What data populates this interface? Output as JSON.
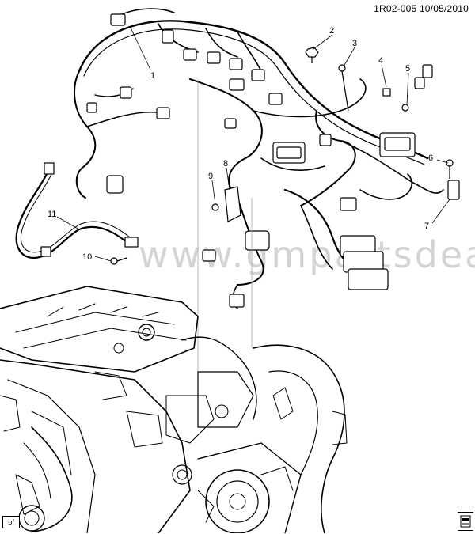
{
  "header": {
    "code": "1R02-005",
    "date": "10/05/2010"
  },
  "watermark": "www.gmpartsdeal",
  "footer": {
    "badge": "bf"
  },
  "callouts": [
    {
      "id": "c1",
      "label": "1"
    },
    {
      "id": "c2",
      "label": "2"
    },
    {
      "id": "c3",
      "label": "3"
    },
    {
      "id": "c4",
      "label": "4"
    },
    {
      "id": "c5",
      "label": "5"
    },
    {
      "id": "c6",
      "label": "6"
    },
    {
      "id": "c7",
      "label": "7"
    },
    {
      "id": "c8",
      "label": "8"
    },
    {
      "id": "c9",
      "label": "9"
    },
    {
      "id": "c10",
      "label": "10"
    },
    {
      "id": "c11",
      "label": "11"
    }
  ],
  "icons": {
    "bottom_right": "engine-view-icon"
  }
}
